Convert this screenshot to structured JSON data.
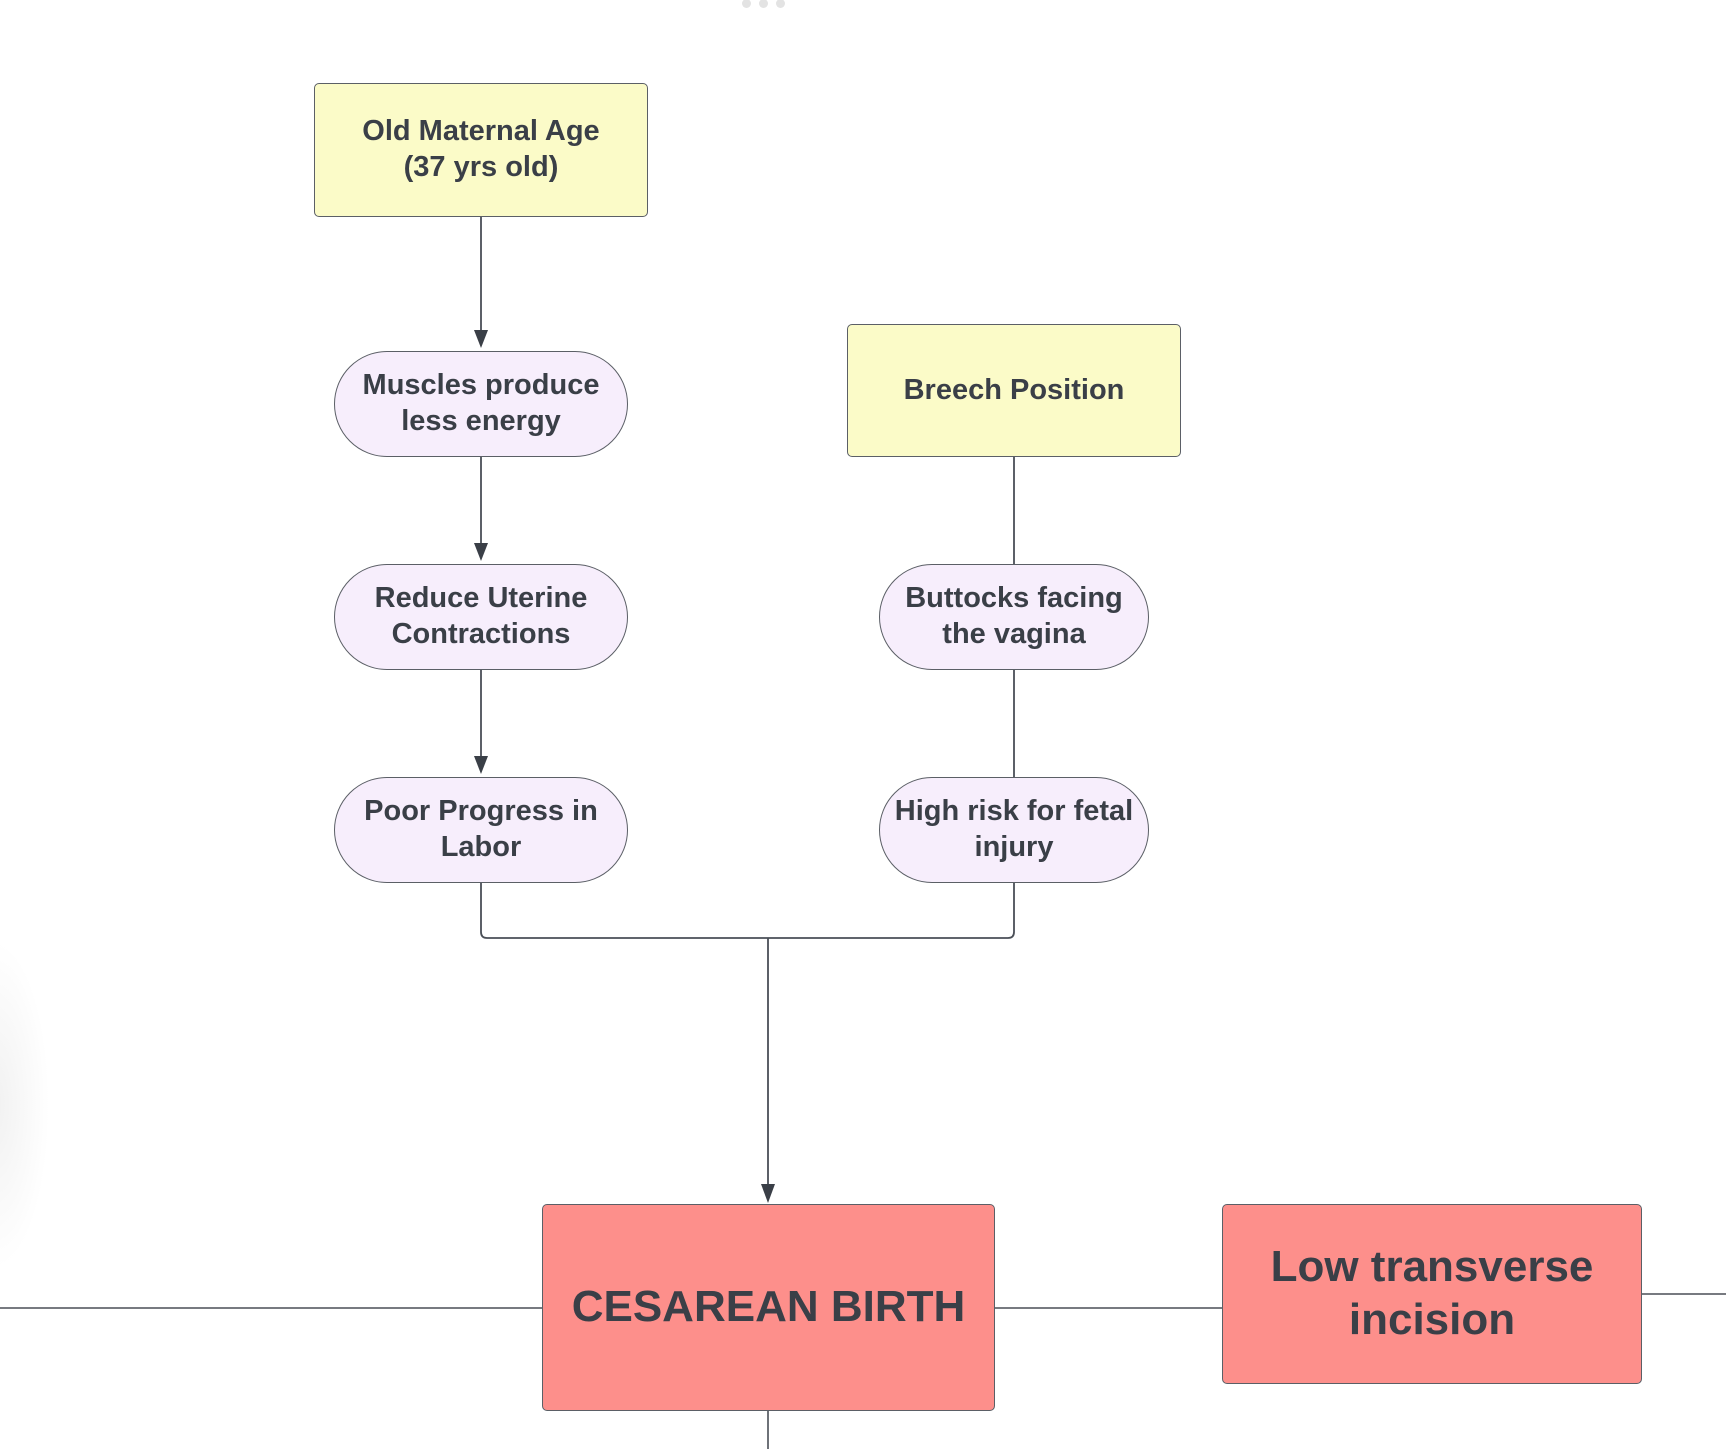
{
  "nodes": {
    "old_maternal_age": "Old Maternal Age (37 yrs old)",
    "muscles_less_energy": "Muscles produce less energy",
    "reduce_uterine_contractions": "Reduce Uterine Contractions",
    "poor_progress_labor": "Poor Progress in Labor",
    "breech_position": "Breech Position",
    "buttocks_facing_vagina": "Buttocks facing the vagina",
    "high_risk_fetal_injury": "High risk for fetal injury",
    "cesarean_birth": "CESAREAN BIRTH",
    "low_transverse_incision": "Low transverse incision"
  },
  "colors": {
    "cause_box": "#fbfbc8",
    "effect_pill": "#f7eefc",
    "outcome_box": "#fd8f8b",
    "line": "#4a4f57"
  }
}
